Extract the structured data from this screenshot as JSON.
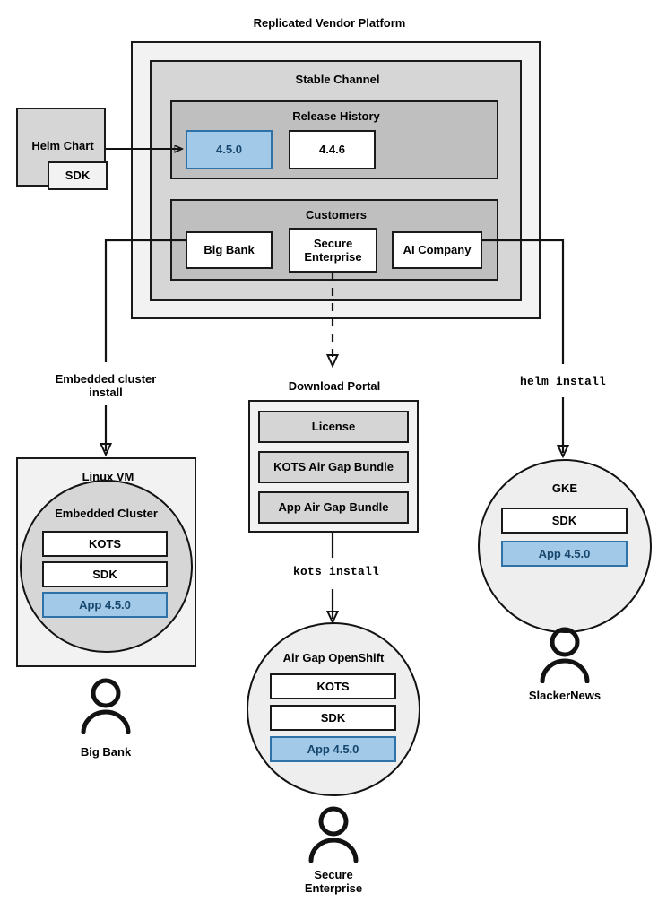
{
  "diagram": {
    "title": "Replicated Vendor Platform",
    "platform": {
      "stable_channel": {
        "title": "Stable Channel",
        "release_history": {
          "title": "Release History",
          "releases": [
            {
              "version": "4.5.0",
              "state": "current",
              "color": "#a3c9e9"
            },
            {
              "version": "4.4.6",
              "state": "previous",
              "color": "#ffffff"
            }
          ]
        },
        "customers": {
          "title": "Customers",
          "items": [
            {
              "name": "Big Bank"
            },
            {
              "name": "Secure\nEnterprise"
            },
            {
              "name": "AI Company"
            }
          ]
        }
      }
    },
    "helm_chart": {
      "title": "Helm Chart",
      "component": "SDK"
    },
    "edges": [
      {
        "label": "Embedded cluster\ninstall",
        "style": "solid"
      },
      {
        "label": "kots install",
        "style": "mono"
      },
      {
        "label": "helm install",
        "style": "mono"
      }
    ],
    "download_portal": {
      "title": "Download Portal",
      "items": [
        "License",
        "KOTS Air Gap Bundle",
        "App Air Gap Bundle"
      ]
    },
    "targets": [
      {
        "host": "Linux VM",
        "runtime": "Embedded Cluster",
        "components": [
          "KOTS",
          "SDK",
          "App 4.5.0"
        ],
        "customer": "Big Bank"
      },
      {
        "host": "Air Gap OpenShift",
        "components": [
          "KOTS",
          "SDK",
          "App 4.5.0"
        ],
        "customer": "Secure\nEnterprise"
      },
      {
        "host": "GKE",
        "components": [
          "SDK",
          "App 4.5.0"
        ],
        "customer": "SlackerNews"
      }
    ],
    "colors": {
      "accent_blue": "#a3c9e9",
      "accent_blue_border": "#2f72a8",
      "accent_blue_text": "#16466b",
      "stroke": "#1a1a1a",
      "container_light": "#f2f2f2",
      "container_mid": "#d6d6d6",
      "container_dark": "#bfbfbf"
    }
  }
}
